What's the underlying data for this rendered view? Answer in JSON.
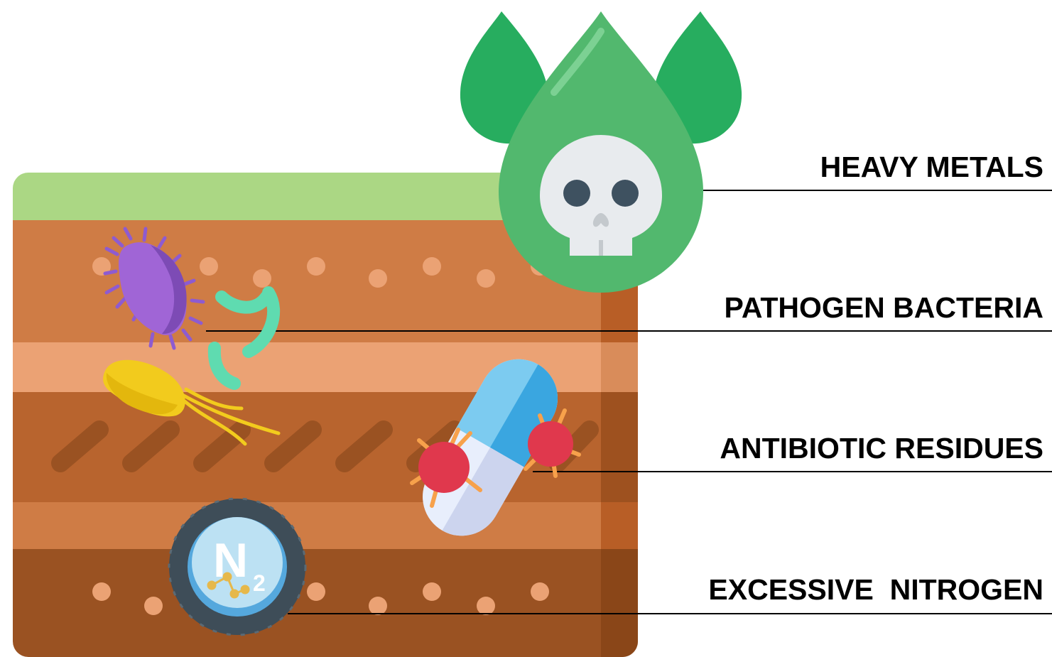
{
  "labels": {
    "heavy_metals": "HEAVY METALS",
    "pathogen_bacteria": "PATHOGEN BACTERIA",
    "antibiotic_residues": "ANTIBIOTIC RESIDUES",
    "excessive_nitrogen": "EXCESSIVE  NITROGEN"
  },
  "nitrogen_badge": {
    "symbol": "N",
    "subscript": "2"
  },
  "icons": {
    "toxic_drop": "skull-drop-icon",
    "bacteria": "bacteria-icon",
    "capsule": "capsule-icon",
    "virus": "virus-icon",
    "nitrogen": "nitrogen-badge-icon"
  },
  "colors": {
    "grass": "#abd784",
    "soil_top": "#cf7c45",
    "soil_light": "#eba274",
    "soil_mid": "#b8642e",
    "soil_deep": "#9a5222",
    "drop_dark": "#27ad5f",
    "drop_light": "#52b86e",
    "label_text": "#000000"
  }
}
